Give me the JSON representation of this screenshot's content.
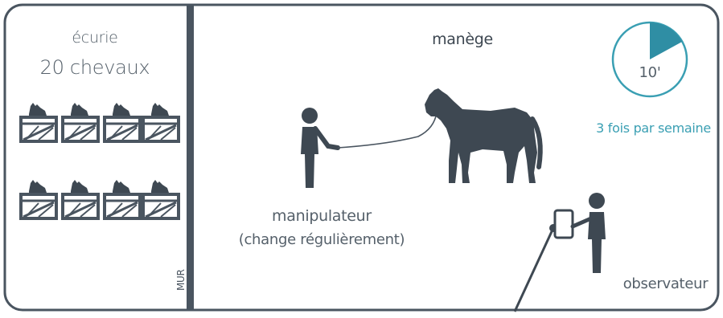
{
  "stable": {
    "title": "écurie",
    "count": "20 chevaux",
    "wall_tag": "MUR"
  },
  "arena": {
    "title": "manège",
    "timer": "10'",
    "frequency": "3 fois par semaine",
    "timer_fraction": 0.17
  },
  "people": {
    "handler_label": "manipulateur",
    "handler_note": "(change régulièrement)",
    "observer_label": "observateur"
  },
  "colors": {
    "outline": "#4a5560",
    "figure": "#3e4852",
    "accent": "#3a9fb3"
  },
  "icons": {
    "stall": "horse-stall-icon",
    "horse": "horse-icon",
    "person": "person-icon",
    "tablet": "tablet-icon",
    "timer": "timer-icon",
    "camera": "camera-pole-icon"
  }
}
